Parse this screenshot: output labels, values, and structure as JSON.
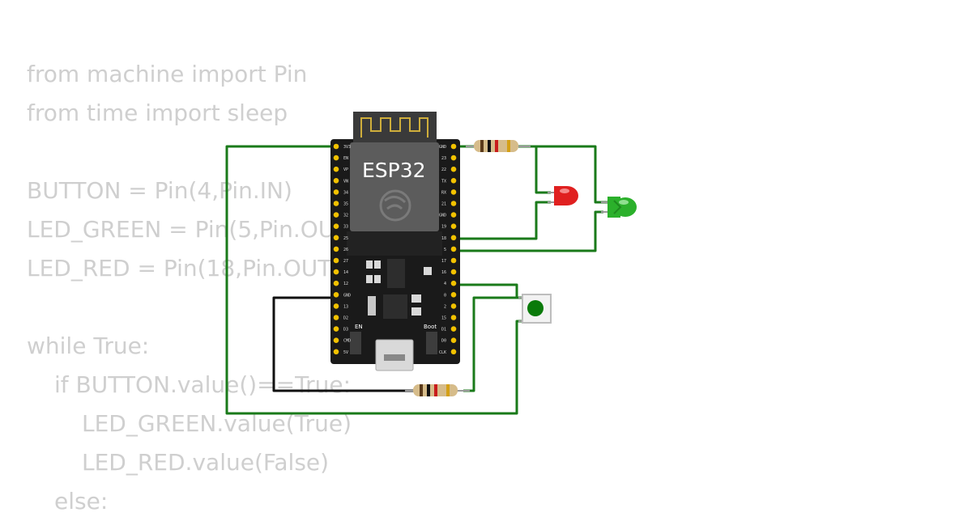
{
  "code_lines": [
    {
      "text": "from machine import Pin",
      "indent": 0
    },
    {
      "text": "from time import sleep",
      "indent": 0
    },
    {
      "text": "",
      "indent": 0
    },
    {
      "text": "BUTTON = Pin(4,Pin.IN)",
      "indent": 0
    },
    {
      "text": "LED_GREEN = Pin(5,Pin.OUT)",
      "indent": 0
    },
    {
      "text": "LED_RED = Pin(18,Pin.OUT)",
      "indent": 0
    },
    {
      "text": "",
      "indent": 0
    },
    {
      "text": "while True:",
      "indent": 0
    },
    {
      "text": "if BUTTON.value()==True:",
      "indent": 1
    },
    {
      "text": "LED_GREEN.value(True)",
      "indent": 2
    },
    {
      "text": "LED_RED.value(False)",
      "indent": 2
    },
    {
      "text": "else:",
      "indent": 1
    }
  ],
  "board": {
    "chip_label": "ESP32",
    "en_label": "EN",
    "boot_label": "Boot",
    "left_pins": [
      "3V3",
      "EN",
      "VP",
      "VN",
      "34",
      "35",
      "32",
      "33",
      "25",
      "26",
      "27",
      "14",
      "12",
      "GND",
      "13",
      "D2",
      "D3",
      "CMD",
      "5V"
    ],
    "right_pins": [
      "GND",
      "23",
      "22",
      "TX",
      "RX",
      "21",
      "GND",
      "19",
      "18",
      "5",
      "17",
      "16",
      "4",
      "0",
      "2",
      "15",
      "D1",
      "D0",
      "CLK"
    ]
  },
  "components": {
    "led_red_color": "#e02020",
    "led_green_color": "#2bb02b",
    "button_color": "#0a7a0a"
  },
  "colors": {
    "wire_green": "#1a7a1a",
    "wire_black": "#111111",
    "code_text": "#cfcfcf",
    "board_body": "#1a1a1a",
    "pin_gold": "#f2c200"
  }
}
